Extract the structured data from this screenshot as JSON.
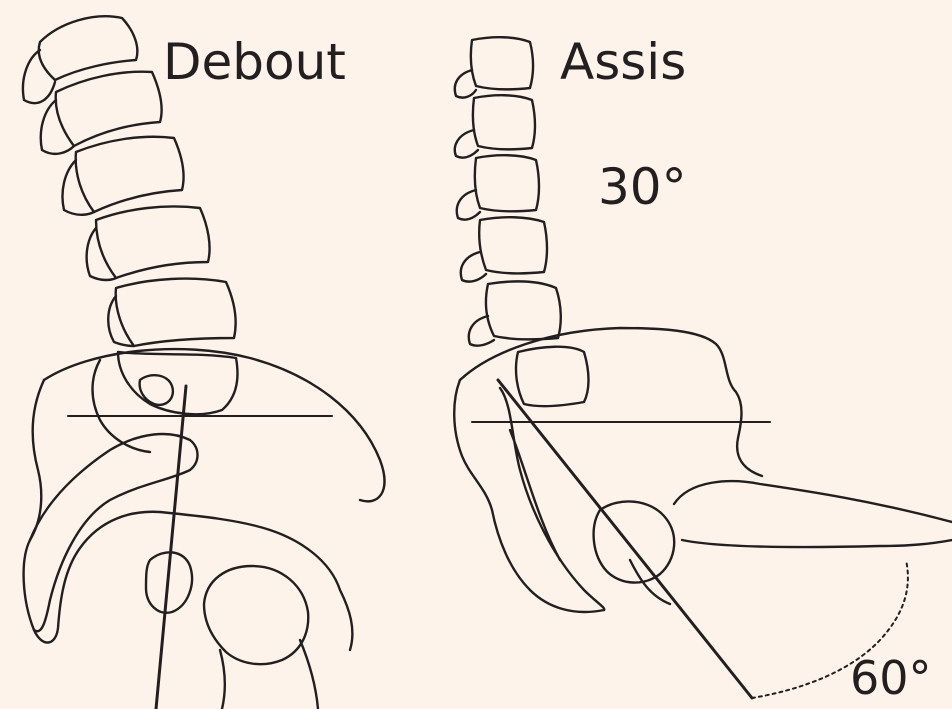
{
  "labels": {
    "standing": "Debout",
    "sitting": "Assis",
    "sitting_angle_top": "30°",
    "sitting_angle_bottom": "60°"
  },
  "colors": {
    "background": "#fdf3ea",
    "line": "#231f20",
    "fill": "#fdf3ea"
  }
}
